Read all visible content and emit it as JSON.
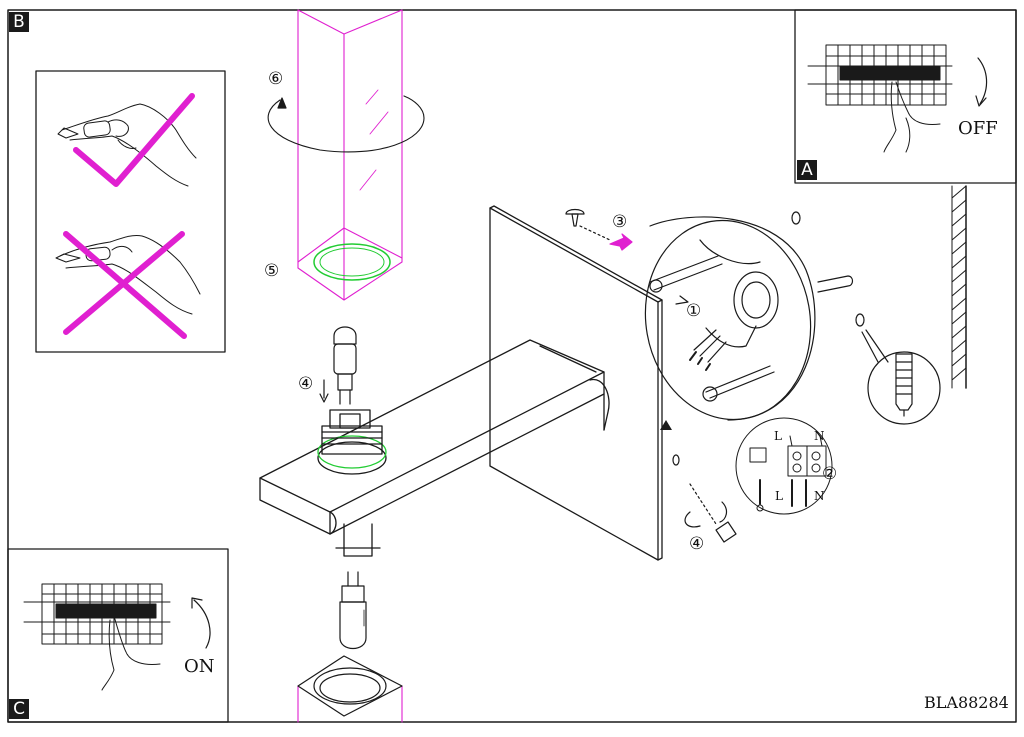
{
  "panels": {
    "b_tag": "B",
    "a_tag": "A",
    "c_tag": "C"
  },
  "labels": {
    "off": "OFF",
    "on": "ON",
    "model": "BLA88284",
    "wire_l_top": "L",
    "wire_n_top": "N",
    "wire_l_bottom": "L",
    "wire_n_bottom": "N"
  },
  "steps": {
    "s1": "①",
    "s2": "②",
    "s3": "③",
    "s4a": "④",
    "s4b": "④",
    "s5": "⑤",
    "s6": "⑥"
  },
  "colors": {
    "line": "#1a1a1a",
    "magenta": "#e020d0",
    "green": "#22cc33",
    "background": "#ffffff"
  },
  "icons": {
    "glove_hand": "hand-with-glove-correct",
    "bare_hand": "hand-bare-incorrect",
    "breaker_off": "circuit-breaker-off",
    "breaker_on": "circuit-breaker-on",
    "wall_plug": "wall-plug-icon",
    "screw": "screw-icon",
    "bulb": "g9-bulb-icon",
    "terminal": "terminal-block-icon"
  }
}
